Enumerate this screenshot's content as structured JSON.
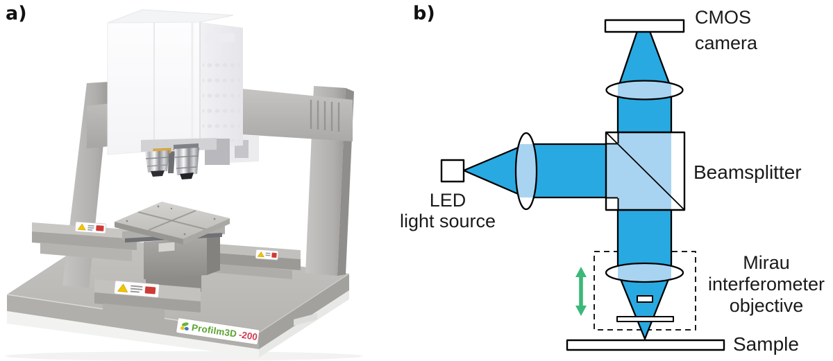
{
  "figure": {
    "panel_a_label": "a)",
    "panel_b_label": "b)",
    "instrument": {
      "brand": "Profilm3D",
      "model_suffix": "-200",
      "brand_color": "#5aa331",
      "model_color": "#cf3950",
      "description": "Benchtop optical profilometer photo"
    },
    "diagram": {
      "cmos_line1": "CMOS",
      "cmos_line2": "camera",
      "beamsplitter": "Beamsplitter",
      "led_line1": "LED",
      "led_line2": "light source",
      "mirau_line1": "Mirau",
      "mirau_line2": "interferometer",
      "mirau_line3": "objective",
      "sample": "Sample",
      "colors": {
        "beam": "#29A9E1",
        "beam_light": "#A9D4F1",
        "scan_arrow": "#3CB878",
        "outline": "#000000"
      }
    }
  }
}
